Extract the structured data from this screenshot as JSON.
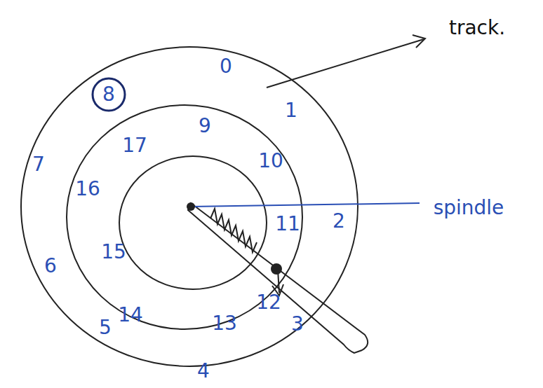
{
  "diagram": {
    "nodes": [
      {
        "text": [
          "8"
        ]
      }
    ],
    "labels": [
      "0",
      "1",
      "2",
      "3",
      "4",
      "5",
      "6",
      "7",
      "9",
      "10",
      "11",
      "12",
      "13",
      "14",
      "15",
      "16",
      "17",
      "track.",
      "spindle"
    ]
  }
}
